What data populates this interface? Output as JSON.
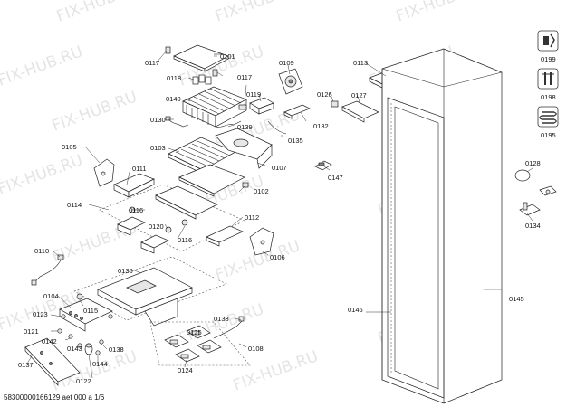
{
  "watermark": "FIX-HUB.RU",
  "footer": "58300000166129 aet 000 a 1/6",
  "labels": {
    "l0101": "0101",
    "l0102": "0102",
    "l0103": "0103",
    "l0104": "0104",
    "l0105": "0105",
    "l0106": "0106",
    "l0107": "0107",
    "l0108": "0108",
    "l0109": "0109",
    "l0110": "0110",
    "l0111": "0111",
    "l0112": "0112",
    "l0113": "0113",
    "l0114": "0114",
    "l0115": "0115",
    "l0116a": "0116",
    "l0116b": "0116",
    "l0117a": "0117",
    "l0117b": "0117",
    "l0118": "0118",
    "l0119": "0119",
    "l0120": "0120",
    "l0121": "0121",
    "l0122": "0122",
    "l0123": "0123",
    "l0124": "0124",
    "l0125": "0125",
    "l0126": "0126",
    "l0127": "0127",
    "l0128": "0128",
    "l0130": "0130",
    "l0132": "0132",
    "l0133": "0133",
    "l0134": "0134",
    "l0135": "0135",
    "l0136": "0136",
    "l0137": "0137",
    "l0138": "0138",
    "l0139": "0139",
    "l0140": "0140",
    "l0142": "0142",
    "l0143": "0143",
    "l0144": "0144",
    "l0145": "0145",
    "l0146": "0146",
    "l0147": "0147",
    "l0195": "0195",
    "l0198": "0198",
    "l0199": "0199"
  }
}
